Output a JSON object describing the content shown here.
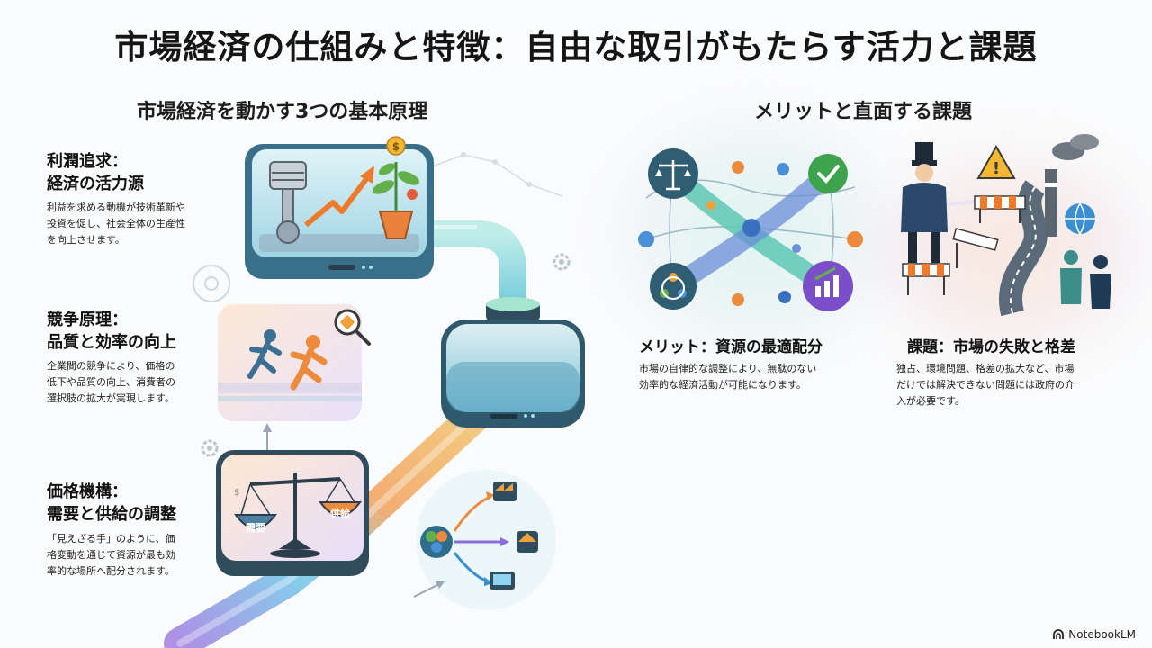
{
  "title": "市場経済の仕組みと特徴：自由な取引がもたらす活力と課題",
  "left_section": {
    "heading": "市場経済を動かす3つの基本原理",
    "principles": [
      {
        "title_line1": "利潤追求：",
        "title_line2": "経済の活力源",
        "desc_lines": [
          "利益を求める動機が技術革新や",
          "投資を促し、社会全体の生産性",
          "を向上させます。"
        ]
      },
      {
        "title_line1": "競争原理：",
        "title_line2": "品質と効率の向上",
        "desc_lines": [
          "企業間の競争により、価格の",
          "低下や品質の向上、消費者の",
          "選択肢の拡大が実現します。"
        ]
      },
      {
        "title_line1": "価格機構：",
        "title_line2": "需要と供給の調整",
        "desc_lines": [
          "「見えざる手」のように、価",
          "格変動を通じて資源が最も効",
          "率的な場所へ配分されます。"
        ]
      }
    ],
    "scale_labels": {
      "left": "需要",
      "right": "供給"
    }
  },
  "right_section": {
    "heading": "メリットと直面する課題",
    "merit": {
      "title": "メリット：資源の最適配分",
      "desc_lines": [
        "市場の自律的な調整により、無駄のない",
        "効率的な経済活動が可能になります。"
      ]
    },
    "issue": {
      "title": "課題：市場の失敗と格差",
      "desc_lines": [
        "独占、環境問題、格差の拡大など、市場",
        "だけでは解決できない問題には政府の介",
        "入が必要です。"
      ]
    }
  },
  "footer": {
    "brand": "NotebookLM"
  },
  "colors": {
    "accent_orange": "#ef8a3c",
    "accent_teal": "#3bb5a6",
    "accent_purple": "#8b6cd8",
    "accent_blue": "#4a90d9",
    "money_gold": "#f4b731",
    "check_green": "#3fa34d"
  }
}
